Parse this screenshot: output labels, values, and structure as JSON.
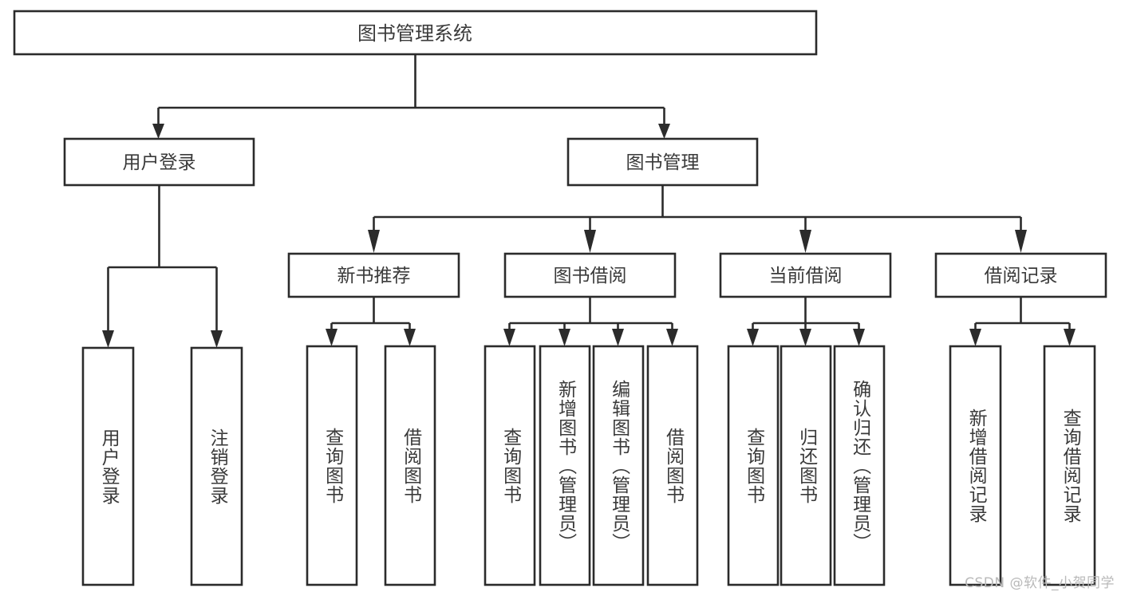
{
  "diagram": {
    "title": "图书管理系统",
    "type": "hierarchy-tree",
    "watermark": "CSDN @软件_小贺同学",
    "colors": {
      "stroke": "#2b2b2b",
      "text": "#3a3a3a",
      "background": "#ffffff",
      "watermark": "#b9b9b9"
    },
    "root": {
      "label": "图书管理系统"
    },
    "level1": [
      {
        "label": "用户登录"
      },
      {
        "label": "图书管理"
      }
    ],
    "level2": [
      {
        "label": "新书推荐"
      },
      {
        "label": "图书借阅"
      },
      {
        "label": "当前借阅"
      },
      {
        "label": "借阅记录"
      }
    ],
    "leaves": {
      "user_login": [
        {
          "label": "用户登录"
        },
        {
          "label": "注销登录"
        }
      ],
      "new_book_recommend": [
        {
          "label": "查询图书"
        },
        {
          "label": "借阅图书"
        }
      ],
      "book_borrow": [
        {
          "label": "查询图书"
        },
        {
          "label": "新增图书（管理员）"
        },
        {
          "label": "编辑图书（管理员）"
        },
        {
          "label": "借阅图书"
        }
      ],
      "current_borrow": [
        {
          "label": "查询图书"
        },
        {
          "label": "归还图书"
        },
        {
          "label": "确认归还（管理员）"
        }
      ],
      "borrow_record": [
        {
          "label": "新增借阅记录"
        },
        {
          "label": "查询借阅记录"
        }
      ]
    }
  }
}
